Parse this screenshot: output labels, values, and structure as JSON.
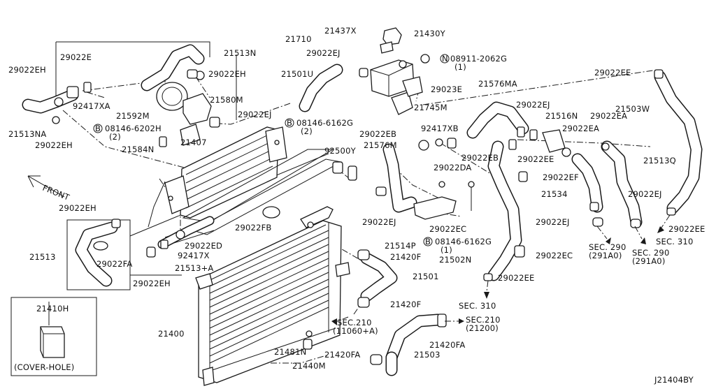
{
  "diagram": {
    "id": "J21404BY",
    "front_label": "FRONT",
    "cover_label": "(COVER-HOLE)",
    "cover_part": "21410H",
    "labels": {
      "p21710": "21710",
      "p21437X": "21437X",
      "p21430Y": "21430Y",
      "p29022E": "29022E",
      "p21513N": "21513N",
      "p29022EJ_a": "29022EJ",
      "p08911": "08911-2062G",
      "p08911_qty": "(1)",
      "p29022EH_a": "29022EH",
      "p29022EH_b": "29022EH",
      "p21501U": "21501U",
      "p92417XA": "92417XA",
      "p21592M": "21592M",
      "p21580M": "21580M",
      "p29023E": "29023E",
      "p21513NA": "21513NA",
      "p29022EH_c": "29022EH",
      "p08146_6202H": "08146-6202H",
      "p08146_6202H_qty": "(2)",
      "p29022EJ_b": "29022EJ",
      "p08146_6162G_a": "08146-6162G",
      "p08146_6162G_a_qty": "(2)",
      "p21745M": "21745M",
      "p21576MA": "21576MA",
      "p29022EE_a": "29022EE",
      "p21503W": "21503W",
      "p29022EJ_c": "29022EJ",
      "p21516N": "21516N",
      "p29022EA_a": "29022EA",
      "p29022EA_b": "29022EA",
      "p92417XB": "92417XB",
      "p29022EB_a": "29022EB",
      "p21584N": "21584N",
      "p21407": "21407",
      "p92500Y": "92500Y",
      "p21576M": "21576M",
      "p29022EB_b": "29022EB",
      "p29022EE_b": "29022EE",
      "p29022DA": "29022DA",
      "p21513Q": "21513Q",
      "p29022EF": "29022EF",
      "p29022EH_d": "29022EH",
      "p21534": "21534",
      "p29022EJ_d": "29022EJ",
      "p29022FB": "29022FB",
      "p29022EJ_e": "29022EJ",
      "p29022EC_a": "29022EC",
      "p29022EJ_f": "29022EJ",
      "p29022EE_c": "29022EE",
      "p21513": "21513",
      "p29022ED": "29022ED",
      "p21514P": "21514P",
      "p08146_6162G_b": "08146-6162G",
      "p08146_6162G_b_qty": "(1)",
      "p92417X": "92417X",
      "p29022FA": "29022FA",
      "p21513A": "21513+A",
      "p21420F_a": "21420F",
      "p29022EC_b": "29022EC",
      "p21502N": "21502N",
      "p29022EH_e": "29022EH",
      "pSEC290_a": "SEC. 290",
      "pSEC290_a_ref": "(291A0)",
      "pSEC290_b": "SEC. 290",
      "pSEC290_b_ref": "(291A0)",
      "pSEC310_a": "SEC. 310",
      "p21501": "21501",
      "p29022EE_d": "29022EE",
      "p21420F_b": "21420F",
      "pSEC310_b": "SEC. 310",
      "pSEC210_a": "SEC.210",
      "pSEC210_a_ref": "(11060+A)",
      "pSEC210_b": "SEC.210",
      "pSEC210_b_ref": "(21200)",
      "p21400": "21400",
      "p21420FA_a": "21420FA",
      "p21481N": "21481N",
      "p21420FA_b": "21420FA",
      "p21503": "21503",
      "p21440M": "21440M"
    }
  }
}
